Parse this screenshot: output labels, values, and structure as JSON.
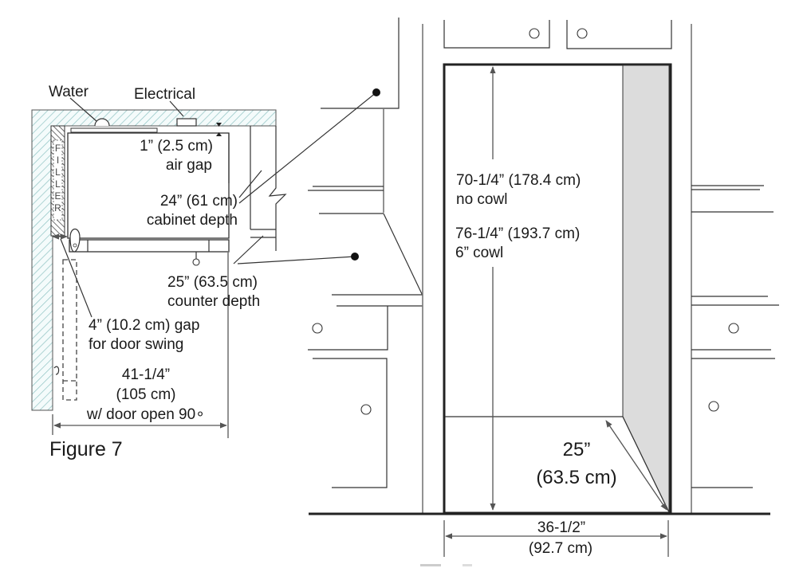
{
  "figure7": {
    "caption": "Figure 7",
    "labels": {
      "water": "Water",
      "electrical": "Electrical",
      "air_gap_line1": "1” (2.5 cm)",
      "air_gap_line2": "air gap",
      "cabinet_depth_line1": "24” (61 cm)",
      "cabinet_depth_line2": "cabinet depth",
      "counter_depth_line1": "25” (63.5 cm)",
      "counter_depth_line2": "counter depth",
      "door_gap_line1": "4” (10.2 cm) gap",
      "door_gap_line2": "for door swing",
      "open_width_line1": "41-1/4”",
      "open_width_line2": "(105 cm)",
      "open_width_line3": "w/ door open 90∘"
    },
    "filler_letters": [
      "F",
      "I",
      "L",
      "L",
      "E",
      "R"
    ]
  },
  "figure_front": {
    "labels": {
      "height_nocowl_line1": "70-1/4”  (178.4 cm)",
      "height_nocowl_line2": "no cowl",
      "height_cowl_line1": "76-1/4”   (193.7 cm)",
      "height_cowl_line2": "6” cowl",
      "depth_line1": "25”",
      "depth_line2": "(63.5 cm)",
      "width_line1": "36-1/2”",
      "width_line2": "(92.7 cm)"
    }
  },
  "colors": {
    "wall_hatch": "#8fc3c3",
    "side_panel": "#dcdcdc",
    "ink": "#1a1a1a"
  }
}
